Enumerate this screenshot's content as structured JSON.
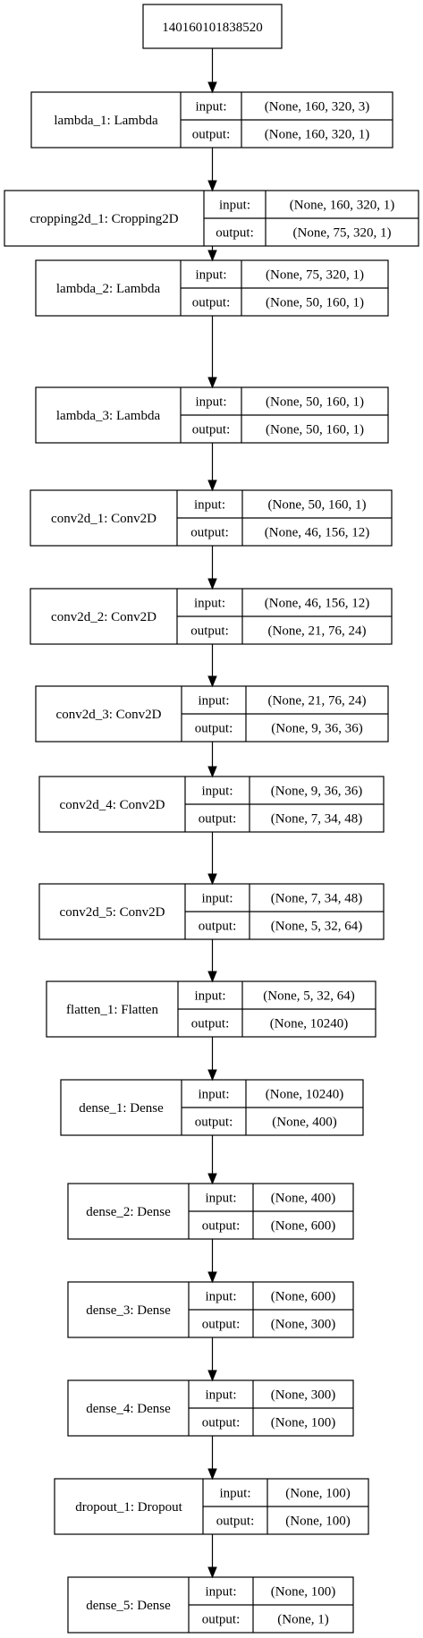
{
  "input_node": {
    "label": "140160101838520"
  },
  "labels": {
    "input": "input:",
    "output": "output:"
  },
  "layers": [
    {
      "name": "lambda_1: Lambda",
      "input": "(None, 160, 320, 3)",
      "output": "(None, 160, 320, 1)"
    },
    {
      "name": "cropping2d_1: Cropping2D",
      "input": "(None, 160, 320, 1)",
      "output": "(None, 75, 320, 1)"
    },
    {
      "name": "lambda_2: Lambda",
      "input": "(None, 75, 320, 1)",
      "output": "(None, 50, 160, 1)"
    },
    {
      "name": "lambda_3: Lambda",
      "input": "(None, 50, 160, 1)",
      "output": "(None, 50, 160, 1)"
    },
    {
      "name": "conv2d_1: Conv2D",
      "input": "(None, 50, 160, 1)",
      "output": "(None, 46, 156, 12)"
    },
    {
      "name": "conv2d_2: Conv2D",
      "input": "(None, 46, 156, 12)",
      "output": "(None, 21, 76, 24)"
    },
    {
      "name": "conv2d_3: Conv2D",
      "input": "(None, 21, 76, 24)",
      "output": "(None, 9, 36, 36)"
    },
    {
      "name": "conv2d_4: Conv2D",
      "input": "(None, 9, 36, 36)",
      "output": "(None, 7, 34, 48)"
    },
    {
      "name": "conv2d_5: Conv2D",
      "input": "(None, 7, 34, 48)",
      "output": "(None, 5, 32, 64)"
    },
    {
      "name": "flatten_1: Flatten",
      "input": "(None, 5, 32, 64)",
      "output": "(None, 10240)"
    },
    {
      "name": "dense_1: Dense",
      "input": "(None, 10240)",
      "output": "(None, 400)"
    },
    {
      "name": "dense_2: Dense",
      "input": "(None, 400)",
      "output": "(None, 600)"
    },
    {
      "name": "dense_3: Dense",
      "input": "(None, 600)",
      "output": "(None, 300)"
    },
    {
      "name": "dense_4: Dense",
      "input": "(None, 300)",
      "output": "(None, 100)"
    },
    {
      "name": "dropout_1: Dropout",
      "input": "(None, 100)",
      "output": "(None, 100)"
    },
    {
      "name": "dense_5: Dense",
      "input": "(None, 100)",
      "output": "(None, 1)"
    }
  ]
}
